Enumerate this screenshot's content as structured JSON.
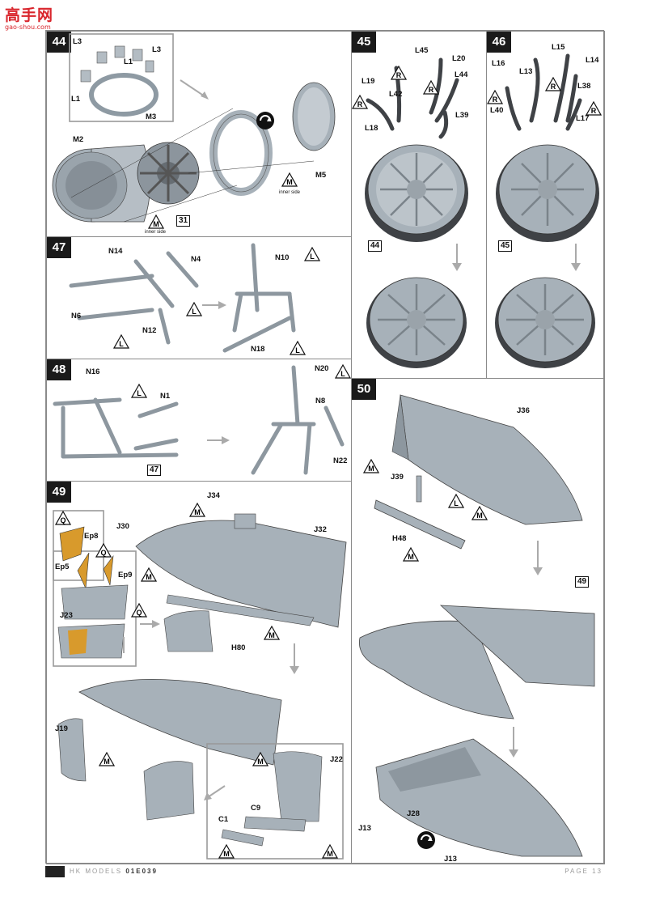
{
  "watermark": {
    "text": "高手网",
    "url": "gao-shou.com"
  },
  "footer": {
    "brand": "HK MODELS",
    "code": "01E039",
    "page": "PAGE 13"
  },
  "symbols": {
    "M": "M",
    "L": "L",
    "R": "R",
    "Q": "Q"
  },
  "colors": {
    "part_grey": "#a7b1b9",
    "part_dark": "#3f4246",
    "frame": "#8a8a8a",
    "amber": "#d89a2c",
    "watermark": "#d9252c"
  },
  "step44": {
    "num": "44",
    "labels": {
      "L3a": "L3",
      "L3b": "L3",
      "L1a": "L1",
      "L1b": "L1",
      "M3": "M3",
      "M2": "M2",
      "M5": "M5",
      "inner1": "inner side",
      "inner2": "inner side"
    },
    "ref": "31"
  },
  "step45": {
    "num": "45",
    "labels": {
      "L45": "L45",
      "L20": "L20",
      "L19": "L19",
      "L42": "L42",
      "L44": "L44",
      "L39": "L39",
      "L18": "L18"
    },
    "ref": "44"
  },
  "step46": {
    "num": "46",
    "labels": {
      "L15": "L15",
      "L16": "L16",
      "L13": "L13",
      "L14": "L14",
      "L38": "L38",
      "L40": "L40",
      "L17": "L17"
    },
    "ref": "45"
  },
  "step47": {
    "num": "47",
    "labels": {
      "N14": "N14",
      "N4": "N4",
      "N6": "N6",
      "N12": "N12",
      "N10": "N10",
      "N18": "N18"
    }
  },
  "step48": {
    "num": "48",
    "labels": {
      "N16": "N16",
      "N1": "N1",
      "N20": "N20",
      "N8": "N8",
      "N22": "N22"
    },
    "ref": "47"
  },
  "step49": {
    "num": "49",
    "labels": {
      "J34": "J34",
      "J30": "J30",
      "J32": "J32",
      "Ep8": "Ep8",
      "Ep5": "Ep5",
      "Ep9": "Ep9",
      "J23": "J23",
      "H80": "H80",
      "J19": "J19",
      "J22": "J22",
      "C1": "C1",
      "C9": "C9"
    }
  },
  "step50": {
    "num": "50",
    "labels": {
      "J36": "J36",
      "J39": "J39",
      "H48": "H48",
      "J28": "J28",
      "J13a": "J13",
      "J13b": "J13"
    },
    "ref": "49"
  }
}
